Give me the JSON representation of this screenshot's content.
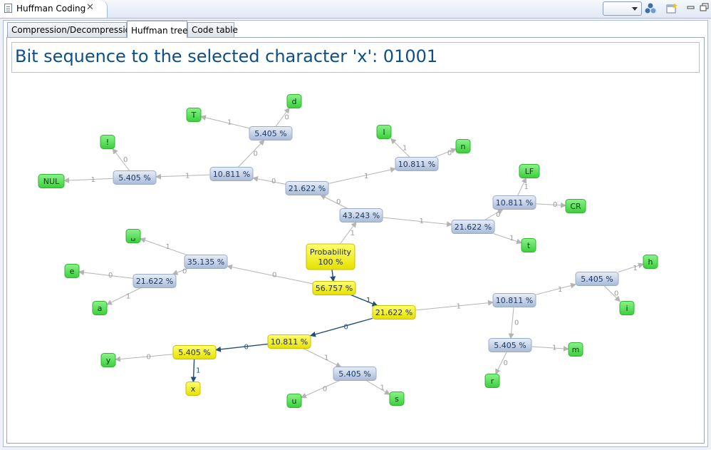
{
  "view": {
    "title": "Huffman Coding",
    "close_glyph": "✕",
    "icons": [
      "document-icon",
      "close-icon",
      "dropdown-combo",
      "pin-icon",
      "new-view-icon",
      "minimize-icon",
      "maximize-icon"
    ]
  },
  "tabs": [
    {
      "label": "Compression/Decompression",
      "active": false
    },
    {
      "label": "Huffman tree",
      "active": true
    },
    {
      "label": "Code table",
      "active": false
    }
  ],
  "sequence_text": "Bit sequence to the selected character 'x': 01001",
  "colors": {
    "accent_blue": "#0e4f8a",
    "node_internal": "#bccbe2",
    "node_leaf": "#5ee05e",
    "node_path": "#f2f020",
    "edge_default": "#b4b4b4",
    "edge_path": "#1f4f7a"
  },
  "tree": {
    "nodes": [
      {
        "id": "root",
        "label": "Probability\n100 %",
        "kind": "root"
      },
      {
        "id": "n43",
        "label": "43.243 %",
        "kind": "internal"
      },
      {
        "id": "n21a",
        "label": "21.622 %",
        "kind": "internal"
      },
      {
        "id": "n10a",
        "label": "10.811 %",
        "kind": "internal"
      },
      {
        "id": "n5a",
        "label": "5.405 %",
        "kind": "internal"
      },
      {
        "id": "n5b",
        "label": "5.405 %",
        "kind": "internal"
      },
      {
        "id": "n10b",
        "label": "10.811 %",
        "kind": "internal"
      },
      {
        "id": "n21b",
        "label": "21.622 %",
        "kind": "internal"
      },
      {
        "id": "n10c",
        "label": "10.811 %",
        "kind": "internal"
      },
      {
        "id": "n56",
        "label": "56.757 %",
        "kind": "path"
      },
      {
        "id": "n35",
        "label": "35.135 %",
        "kind": "internal"
      },
      {
        "id": "n21c",
        "label": "21.622 %",
        "kind": "internal"
      },
      {
        "id": "n21d",
        "label": "21.622 %",
        "kind": "path"
      },
      {
        "id": "n10d",
        "label": "10.811 %",
        "kind": "path"
      },
      {
        "id": "n5c",
        "label": "5.405 %",
        "kind": "path"
      },
      {
        "id": "n5d",
        "label": "5.405 %",
        "kind": "internal"
      },
      {
        "id": "n10e",
        "label": "10.811 %",
        "kind": "internal"
      },
      {
        "id": "n5e",
        "label": "5.405 %",
        "kind": "internal"
      },
      {
        "id": "n5f",
        "label": "5.405 %",
        "kind": "internal"
      },
      {
        "id": "lT",
        "label": "T",
        "kind": "leaf"
      },
      {
        "id": "ld",
        "label": "d",
        "kind": "leaf"
      },
      {
        "id": "lexcl",
        "label": "!",
        "kind": "leaf"
      },
      {
        "id": "lNUL",
        "label": "NUL",
        "kind": "leaf"
      },
      {
        "id": "ll",
        "label": "l",
        "kind": "leaf"
      },
      {
        "id": "ln",
        "label": "n",
        "kind": "leaf"
      },
      {
        "id": "lLF",
        "label": "LF",
        "kind": "leaf"
      },
      {
        "id": "lCR",
        "label": "CR",
        "kind": "leaf"
      },
      {
        "id": "lt",
        "label": "t",
        "kind": "leaf"
      },
      {
        "id": "lspace",
        "label": "␣",
        "kind": "leaf"
      },
      {
        "id": "le",
        "label": "e",
        "kind": "leaf"
      },
      {
        "id": "la",
        "label": "a",
        "kind": "leaf"
      },
      {
        "id": "ly",
        "label": "y",
        "kind": "leaf"
      },
      {
        "id": "lx",
        "label": "x",
        "kind": "path-leaf"
      },
      {
        "id": "lu",
        "label": "u",
        "kind": "leaf"
      },
      {
        "id": "ls",
        "label": "s",
        "kind": "leaf"
      },
      {
        "id": "lh",
        "label": "h",
        "kind": "leaf"
      },
      {
        "id": "li",
        "label": "i",
        "kind": "leaf"
      },
      {
        "id": "lm",
        "label": "m",
        "kind": "leaf"
      },
      {
        "id": "lr",
        "label": "r",
        "kind": "leaf"
      }
    ],
    "edges": [
      {
        "from": "root",
        "to": "n43",
        "label": "1",
        "path": false
      },
      {
        "from": "n43",
        "to": "n21a",
        "label": "0",
        "path": false
      },
      {
        "from": "n21a",
        "to": "n10a",
        "label": "0",
        "path": false
      },
      {
        "from": "n10a",
        "to": "n5a",
        "label": "0",
        "path": false
      },
      {
        "from": "n5a",
        "to": "lT",
        "label": "1",
        "path": false
      },
      {
        "from": "n5a",
        "to": "ld",
        "label": "0",
        "path": false
      },
      {
        "from": "n10a",
        "to": "n5b",
        "label": "1",
        "path": false
      },
      {
        "from": "n5b",
        "to": "lexcl",
        "label": "0",
        "path": false
      },
      {
        "from": "n5b",
        "to": "lNUL",
        "label": "1",
        "path": false
      },
      {
        "from": "n21a",
        "to": "n10b",
        "label": "1",
        "path": false
      },
      {
        "from": "n10b",
        "to": "ll",
        "label": "1",
        "path": false
      },
      {
        "from": "n10b",
        "to": "ln",
        "label": "0",
        "path": false
      },
      {
        "from": "n43",
        "to": "n21b",
        "label": "1",
        "path": false
      },
      {
        "from": "n21b",
        "to": "n10c",
        "label": "0",
        "path": false
      },
      {
        "from": "n10c",
        "to": "lLF",
        "label": "1",
        "path": false
      },
      {
        "from": "n10c",
        "to": "lCR",
        "label": "0",
        "path": false
      },
      {
        "from": "n21b",
        "to": "lt",
        "label": "1",
        "path": false
      },
      {
        "from": "root",
        "to": "n56",
        "label": "",
        "path": true
      },
      {
        "from": "n56",
        "to": "n35",
        "label": "0",
        "path": false
      },
      {
        "from": "n35",
        "to": "lspace",
        "label": "1",
        "path": false
      },
      {
        "from": "n35",
        "to": "n21c",
        "label": "0",
        "path": false
      },
      {
        "from": "n21c",
        "to": "le",
        "label": "0",
        "path": false
      },
      {
        "from": "n21c",
        "to": "la",
        "label": "1",
        "path": false
      },
      {
        "from": "n56",
        "to": "n21d",
        "label": "1",
        "path": true
      },
      {
        "from": "n21d",
        "to": "n10d",
        "label": "0",
        "path": true
      },
      {
        "from": "n10d",
        "to": "n5c",
        "label": "0",
        "path": true
      },
      {
        "from": "n5c",
        "to": "ly",
        "label": "0",
        "path": false
      },
      {
        "from": "n5c",
        "to": "lx",
        "label": "1",
        "path": true
      },
      {
        "from": "n10d",
        "to": "n5d",
        "label": "1",
        "path": false
      },
      {
        "from": "n5d",
        "to": "lu",
        "label": "0",
        "path": false
      },
      {
        "from": "n5d",
        "to": "ls",
        "label": "1",
        "path": false
      },
      {
        "from": "n21d",
        "to": "n10e",
        "label": "1",
        "path": false
      },
      {
        "from": "n10e",
        "to": "n5e",
        "label": "1",
        "path": false
      },
      {
        "from": "n5e",
        "to": "lh",
        "label": "1",
        "path": false
      },
      {
        "from": "n5e",
        "to": "li",
        "label": "0",
        "path": false
      },
      {
        "from": "n10e",
        "to": "n5f",
        "label": "0",
        "path": false
      },
      {
        "from": "n5f",
        "to": "lm",
        "label": "1",
        "path": false
      },
      {
        "from": "n5f",
        "to": "lr",
        "label": "0",
        "path": false
      }
    ]
  }
}
